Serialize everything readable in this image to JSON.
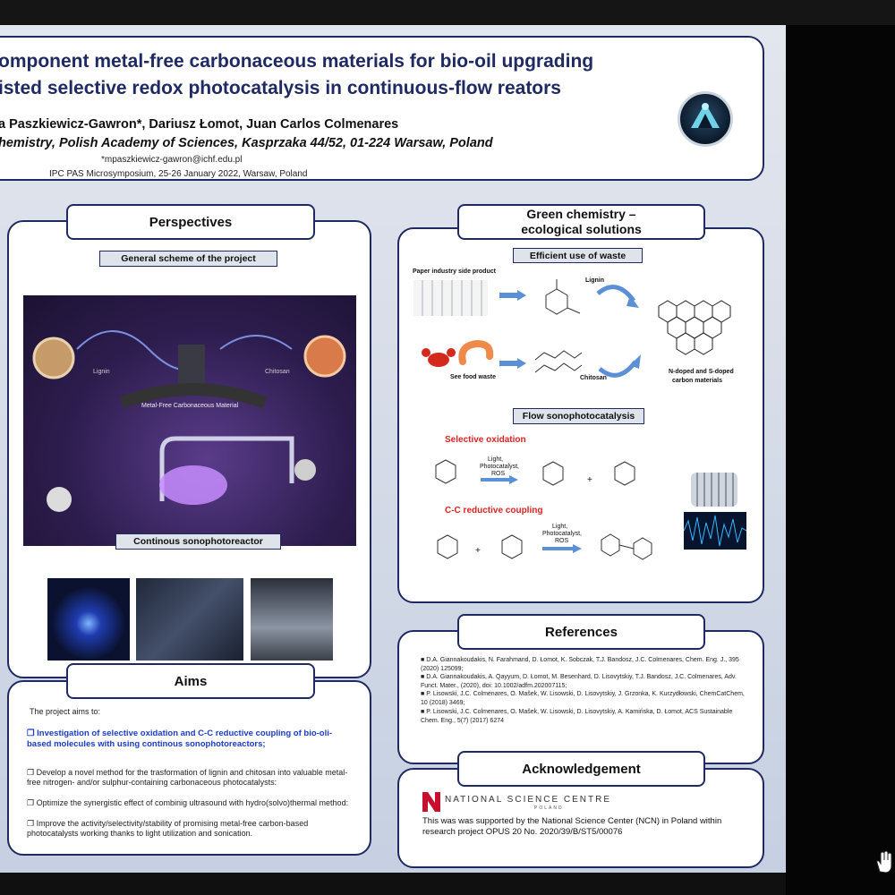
{
  "poster": {
    "title_line1": "omponent metal-free carbonaceous materials for bio-oil upgrading",
    "title_line2": "isted selective redox photocatalysis in continuous-flow reators",
    "authors": "a Paszkiewicz-Gawron*, Dariusz  Łomot, Juan Carlos Colmenares",
    "affiliation": "hemistry, Polish Academy of Sciences, Kasprzaka 44/52, 01-224 Warsaw, Poland",
    "email": "*mpaszkiewicz-gawron@ichf.edu.pl",
    "event": "IPC PAS Microsymposium, 25-26 January 2022, Warsaw, Poland"
  },
  "perspectives": {
    "title": "Perspectives",
    "scheme_label": "General scheme of the project",
    "scheme_lignin": "Lignin",
    "scheme_chitosan": "Chitosan",
    "scheme_material": "Metal-Free Carbonaceous Material",
    "reactor_label": "Continous sonophotoreactor"
  },
  "green": {
    "title_line1": "Green chemistry –",
    "title_line2": "ecological solutions",
    "waste_label": "Efficient use of waste",
    "paper_label": "Paper industry side product",
    "lignin": "Lignin",
    "seafood": "See food waste",
    "chitosan": "Chitosan",
    "carbon_label_1": "N-doped and S-doped",
    "carbon_label_2": "carbon materials",
    "flow_label": "Flow sonophotocatalysis",
    "selective_oxidation": "Selective oxidation",
    "cc_coupling": "C-C reductive coupling",
    "arrow_text_1a": "Light,",
    "arrow_text_1b": "Photocatalyst,",
    "arrow_text_1c": "ROS",
    "arrow_text_2a": "Light,",
    "arrow_text_2b": "Photocatalyst,",
    "arrow_text_2c": "ROS"
  },
  "aims": {
    "title": "Aims",
    "intro": "The project aims to:",
    "highlight": "Investigation of selective oxidation and C-C reductive coupling of bio-oli-based molecules with using continous sonophotoreactors;",
    "items": [
      "Develop a novel method for the trasformation of lignin and chitosan into valuable metal-free nitrogen- and/or sulphur-containing carbonaceous photocatalysts:",
      "Optimize the synergistic effect of combinig ultrasound with hydro(solvo)thermal method:",
      "Improve the activity/selectivity/stability of promising metal-free carbon-based photocatalysts working thanks to light utilization and sonication."
    ]
  },
  "references": {
    "title": "References",
    "items": [
      "D.A. Giannakoudakis, N. Farahmand, D. Łomot, K. Sobczak, T.J. Bandosz, J.C. Colmenares, Chem. Eng. J., 395 (2020) 125099;",
      "D.A. Giannakoudakis, A. Qayyum, D. Łomot, M. Besenhard, D. Lisovytskiy, T.J. Bandosz, J.C. Colmenares, Adv. Funct. Mater., (2020), doi: 10.1002/adfm.202007115;",
      "P. Lisowski, J.C. Colmenares, O. Mašek, W. Lisowski, D. Lisovytskiy, J. Grzonka, K. Kurzydłowski, ChemCatChem, 10 (2018) 3469;",
      "P. Lisowski, J.C. Colmenares, O. Mašek, W. Lisowski, D. Lisovytskiy, A. Kamińska, D. Łomot, ACS Sustainable Chem. Eng., 5(7) (2017) 6274"
    ]
  },
  "acknowledgement": {
    "title": "Acknowledgement",
    "ncn": "NATIONAL SCIENCE CENTRE",
    "ncn_sub": "POLAND",
    "text": "This was was supported by the National Science Center (NCN) in Poland within research project OPUS 20 No. 2020/39/B/ST5/00076"
  },
  "icons": {
    "cursor": "hand-cursor-icon",
    "logo": "institute-logo"
  }
}
